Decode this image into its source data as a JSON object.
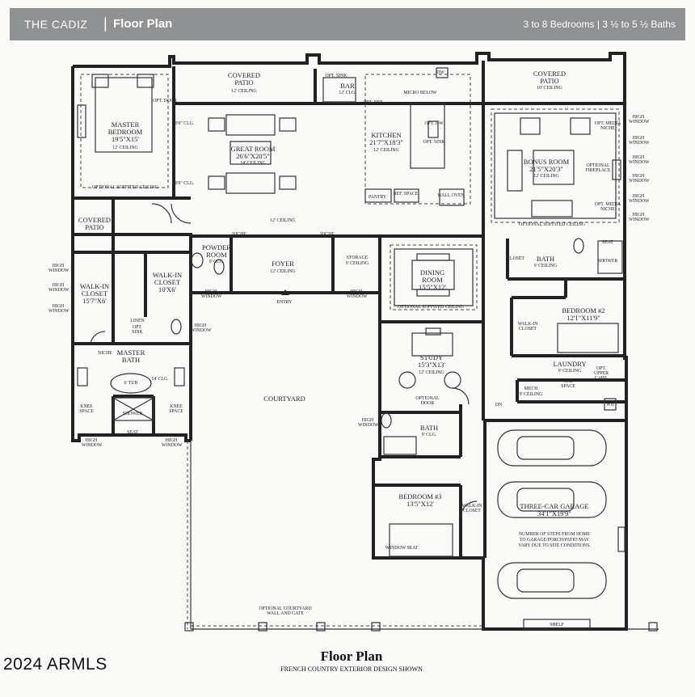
{
  "header": {
    "brand": "THE CADIZ",
    "separator": "|",
    "title": "Floor Plan",
    "specs": "3 to 8 Bedrooms  |  3 ½ to 5 ½ Baths"
  },
  "rooms": {
    "covered_patio_left_top": {
      "name": "COVERED",
      "name2": "PATIO",
      "ceiling": "12' CEILING"
    },
    "bar": {
      "name": "BAR",
      "ceiling": "12' CLG.",
      "opt_sink": "OPT. SINK"
    },
    "dw": "DW",
    "covered_patio_right": {
      "name": "COVERED",
      "name2": "PATIO",
      "ceiling": "10' CEILING"
    },
    "master_bedroom": {
      "name": "MASTER",
      "name2": "BEDROOM",
      "size": "19'5\"X15'",
      "ceiling": "12' CEILING"
    },
    "opt_door": "OPT. DOOR",
    "clg_10": "10'0\" CLG.",
    "great_room": {
      "name": "GREAT ROOM",
      "size": "26'6\"X20'5\"",
      "ceiling": "14' CEILING"
    },
    "opt_ref": "OPT. REF.",
    "micro_below": "MICRO BELOW",
    "kitchen": {
      "name": "KITCHEN",
      "size": "21'7\"X18'3\"",
      "ceiling": "12' CEILING"
    },
    "opt_dw": "OPT. DW",
    "opt_sink_k": "OPT. SINK",
    "pantry": "PANTRY",
    "ref_space": "REF. SPACE",
    "wall_oven": "WALL OVEN",
    "bonus_room": {
      "name": "BONUS ROOM",
      "size": "21'5\"X20'3\"",
      "ceiling": "12' CEILING"
    },
    "opt_media_niche_top": "OPT. MEDIA NICHE",
    "optional_fireplace": "OPTIONAL FIREPLACE",
    "opt_media_niche_bottom": "OPT. MEDIA NICHE",
    "optional_soffited_master": "OPTIONAL SOFFITED CEILING",
    "optional_soffited_bonus": "OPTIONAL SOFFITED CEILING",
    "clg_10b": "10'0\" CLG.",
    "covered_patio_small": {
      "name": "COVERED",
      "name2": "PATIO",
      "ceiling": "12' CEILING"
    },
    "ceiling_12": "12' CEILING",
    "niche1": "NICHE",
    "niche2": "NICHE",
    "powder_room": {
      "name": "POWDER",
      "name2": "ROOM",
      "ceiling": "9' CLG."
    },
    "foyer": {
      "name": "FOYER",
      "ceiling": "12' CEILING"
    },
    "storage": {
      "name": "STORAGE",
      "ceiling": "9' CEILING"
    },
    "dining_room": {
      "name": "DINING",
      "name2": "ROOM",
      "size": "15'5\"X12'"
    },
    "optional_soffited_dining": "OPTIONAL SOFFITED CEILING",
    "closet": "CLOSET",
    "bath_top": {
      "name": "BATH",
      "ceiling": "9' CEILING"
    },
    "seat_top": "SEAT",
    "shower_top": "SHOWER",
    "walk_in_closet_1": {
      "name": "WALK-IN",
      "name2": "CLOSET",
      "size": "10'X6'"
    },
    "walk_in_closet_2": {
      "name": "WALK-IN",
      "name2": "CLOSET",
      "size": "15'7\"X6'"
    },
    "entry": "ENTRY",
    "bedroom2": {
      "name": "BEDROOM #2",
      "size": "12'1\"X11'9\""
    },
    "walk_in_closet_3": {
      "name": "WALK-IN",
      "name2": "CLOSET"
    },
    "linen": "LINEN",
    "opt_sink_m": "OPT. SINK",
    "niche3": "NICHE",
    "master_bath": {
      "name": "MASTER",
      "name2": "BATH"
    },
    "tub": "6' TUB",
    "clg_14": "14' CLG.",
    "study": {
      "name": "STUDY",
      "size": "15'3\"X13'",
      "ceiling": "12' CEILING"
    },
    "optional_door": "OPTIONAL DOOR",
    "laundry": {
      "name": "LAUNDRY",
      "ceiling": "9' CEILING",
      "opt_upper": "OPT. UPPER CABS."
    },
    "mech": {
      "name": "MECH",
      "ceiling": "9' CEILING"
    },
    "wd_space": "W/D SPACE",
    "wh": "WH",
    "dn": "DN",
    "courtyard": "COURTYARD",
    "knee_space_l": "KNEE SPACE",
    "knee_space_r": "KNEE SPACE",
    "shower_m": "SHOWER",
    "seat_m": "SEAT",
    "bath_bottom": {
      "name": "BATH",
      "ceiling": "9' CLG."
    },
    "bedroom3": {
      "name": "BEDROOM #3",
      "size": "13'5\"X12'"
    },
    "walk_in_closet_4": {
      "name": "WALK-IN",
      "name2": "CLOSET"
    },
    "window_seat": "WINDOW SEAT",
    "garage": {
      "name": "THREE-CAR GARAGE",
      "size": "34'1\"X19'9\"",
      "note1": "NUMBER OF STEPS FROM HOME",
      "note2": "TO GARAGE/PORCH/PATIO MAY",
      "note3": "VARY DUE TO SITE CONDITIONS."
    },
    "shelf": "SHELF",
    "courtyard_wall": {
      "line1": "OPTIONAL COURTYARD",
      "line2": "WALL AND GATE"
    }
  },
  "windows": {
    "high_window": "HIGH WINDOW"
  },
  "caption": {
    "title": "Floor Plan",
    "subtitle": "FRENCH COUNTRY EXTERIOR DESIGN SHOWN"
  },
  "copyright": "2024 ARMLS"
}
